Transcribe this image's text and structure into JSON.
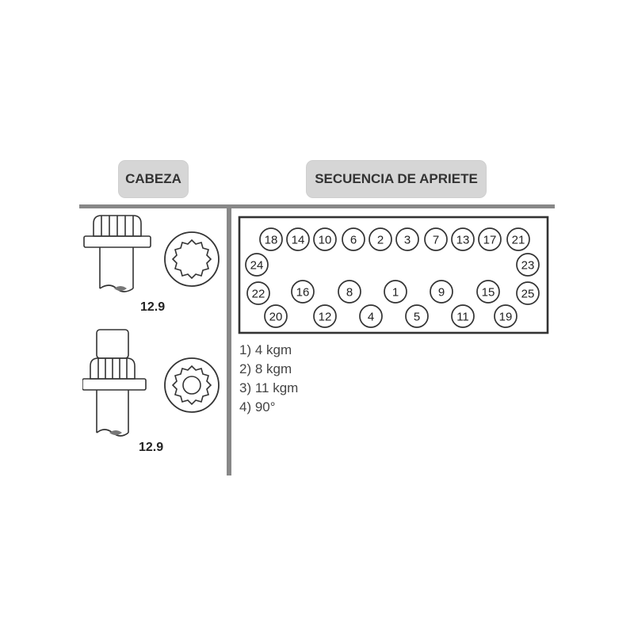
{
  "headers": {
    "head": "CABEZA",
    "sequence": "SECUENCIA DE APRIETE"
  },
  "bolts": [
    {
      "grade": "12.9",
      "type": "flange-head-solid-top"
    },
    {
      "grade": "12.9",
      "type": "flange-head-with-stud"
    }
  ],
  "sequence_numbers": {
    "top_row": [
      "18",
      "14",
      "10",
      "6",
      "2",
      "3",
      "7",
      "13",
      "17",
      "21"
    ],
    "left_side": [
      "24",
      "22",
      "20"
    ],
    "right_side": [
      "23",
      "25",
      "19"
    ],
    "inner_row_upper": [
      "16",
      "8",
      "1",
      "9",
      "15"
    ],
    "inner_row_lower": [
      "12",
      "4",
      "5",
      "11"
    ]
  },
  "tightening_steps": [
    "1) 4 kgm",
    "2) 8 kgm",
    "3) 11 kgm",
    "4) 90°"
  ]
}
